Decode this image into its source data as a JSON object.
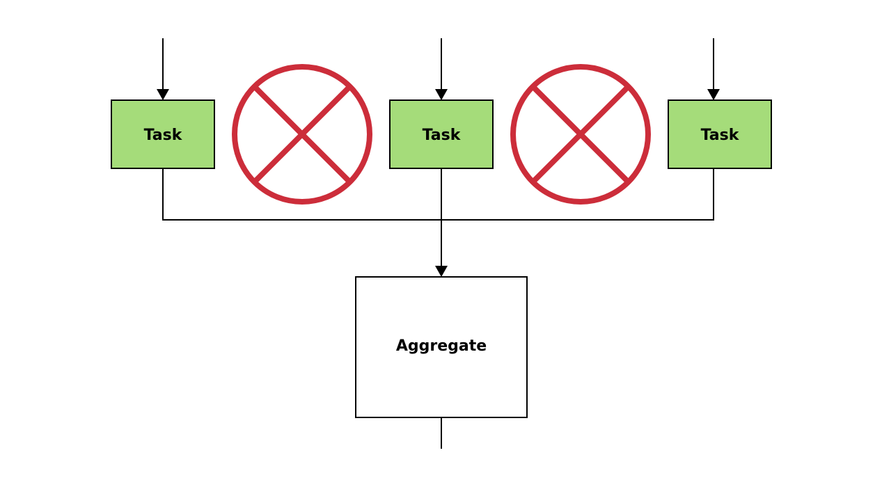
{
  "diagram": {
    "tasks": [
      {
        "label": "Task"
      },
      {
        "label": "Task"
      },
      {
        "label": "Task"
      }
    ],
    "aggregate": {
      "label": "Aggregate"
    },
    "blocked_markers": [
      {
        "icon": "blocked-x-circle-icon"
      },
      {
        "icon": "blocked-x-circle-icon"
      }
    ]
  },
  "colors": {
    "task_fill": "#a5dc7a",
    "aggregate_fill": "#ffffff",
    "stroke": "#000000",
    "blocked_marker": "#cc2d3a",
    "background": "#ffffff"
  }
}
